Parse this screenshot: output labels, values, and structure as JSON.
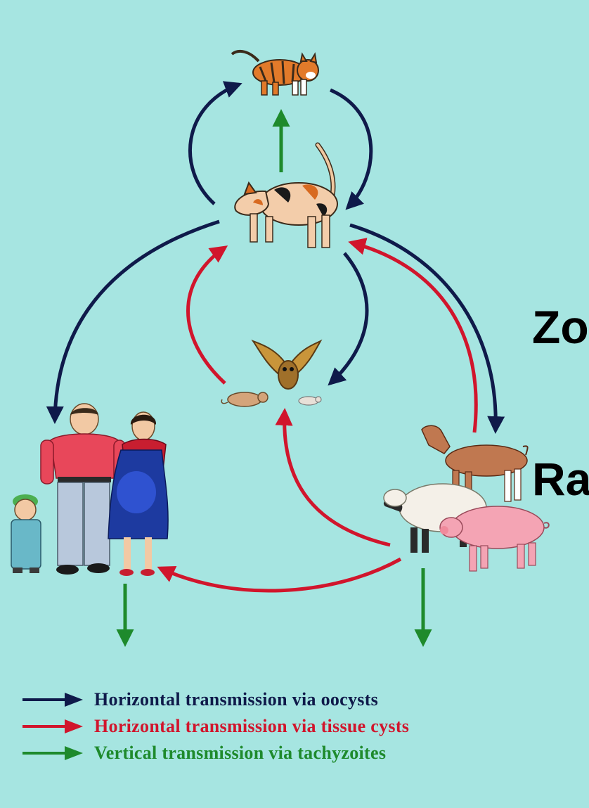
{
  "side_text": {
    "zoo": "Zo",
    "ra": "Ra"
  },
  "legend": [
    {
      "label": "Horizontal transmission via oocysts",
      "color": "#0f1a4a"
    },
    {
      "label": "Horizontal transmission via tissue cysts",
      "color": "#d1152c"
    },
    {
      "label": "Vertical transmission via tachyzoites",
      "color": "#1e8a2c"
    }
  ],
  "colors": {
    "background": "#a6e5e1",
    "oocyst_arrow": "#0f1a4a",
    "tissue_cyst_arrow": "#d1152c",
    "tachyzoite_arrow": "#1e8a2c"
  },
  "icons": [
    "kitten-icon",
    "cat-icon",
    "owl-icon",
    "mouse-icon",
    "family-icon",
    "goat-icon",
    "sheep-icon",
    "pig-icon"
  ]
}
